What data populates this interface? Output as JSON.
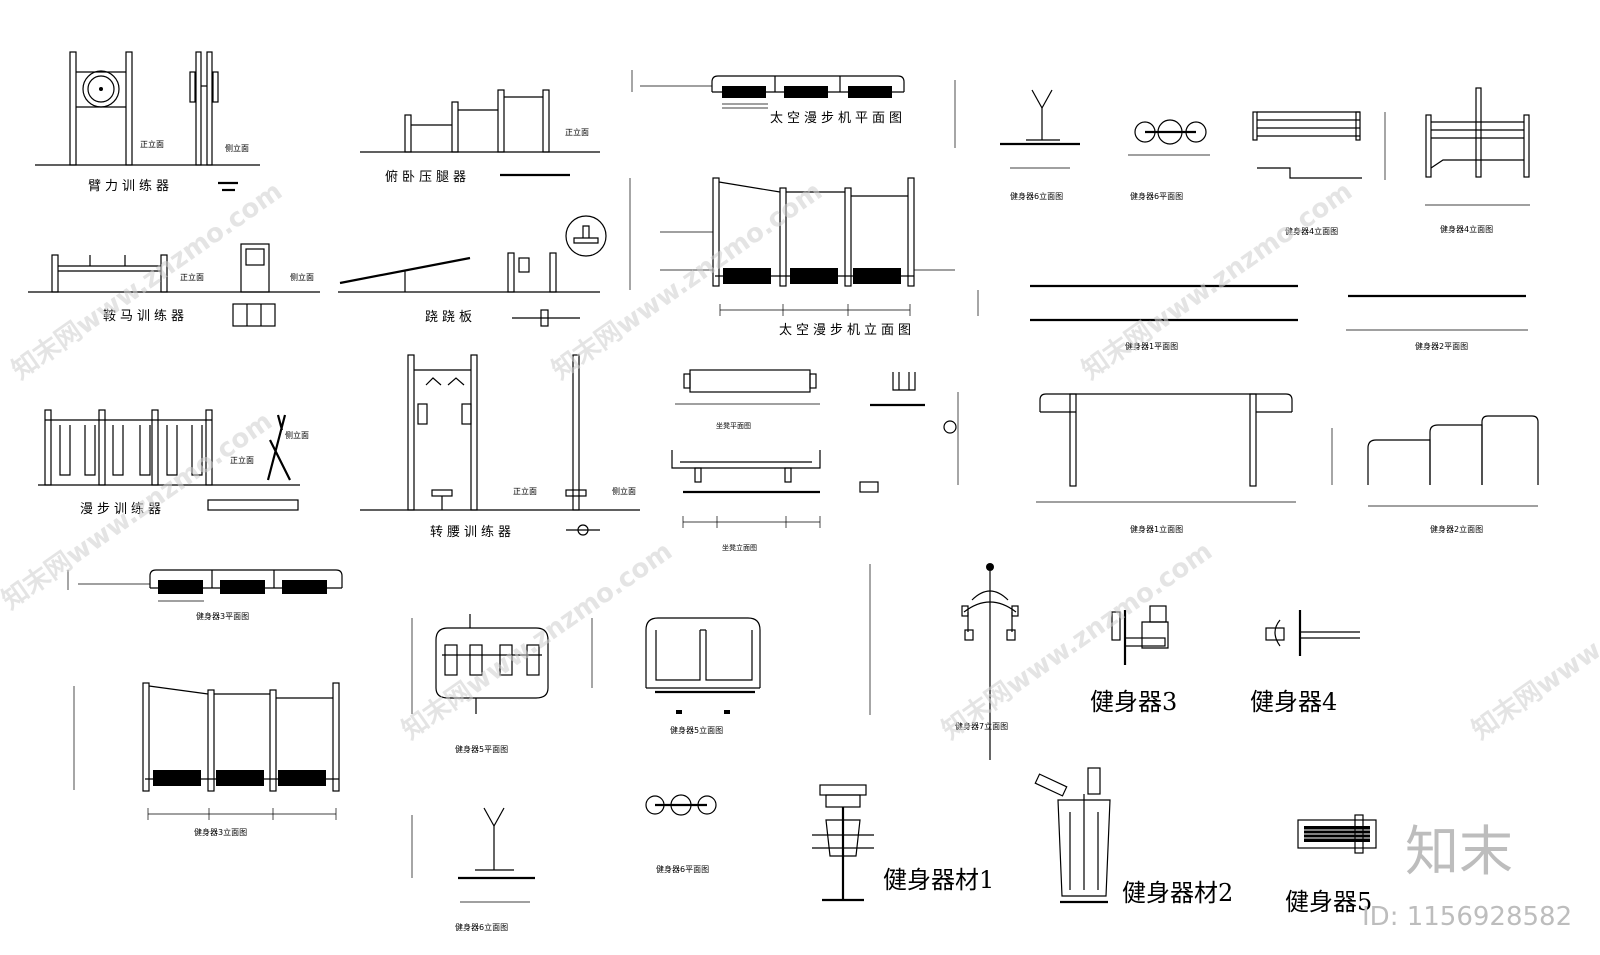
{
  "drawing": {
    "captions": {
      "arm_trainer": "臂力训练器",
      "leg_press": "俯卧压腿器",
      "saddle_trainer": "鞍马训练器",
      "seesaw": "跷跷板",
      "walk_trainer": "漫步训练器",
      "waist_trainer": "转腰训练器",
      "space_walker_plan": "太空漫步机平面图",
      "space_walker_elev": "太空漫步机立面图",
      "seat_plan": "坐凳平面图",
      "seat_elev": "坐凳立面图",
      "fitness6_elev": "健身器6立面图",
      "fitness6_plan": "健身器6平面图",
      "fitness4_elev_a": "健身器4立面图",
      "fitness4_elev_b": "健身器4立面图",
      "fitness1_plan": "健身器1平面图",
      "fitness2_plan": "健身器2平面图",
      "fitness1_elev": "健身器1立面图",
      "fitness2_elev": "健身器2立面图",
      "fitness3_plan": "健身器3平面图",
      "fitness3_elev": "健身器3立面图",
      "fitness5_plan": "健身器5平面图",
      "fitness5_elev": "健身器5立面图",
      "fitness6_elev_b": "健身器6立面图",
      "fitness6_plan_b": "健身器6平面图",
      "fitness7_elev": "健身器7立面图"
    },
    "labels": {
      "front_view": "正立面",
      "side_view": "侧立面"
    },
    "big_labels": {
      "equip3": "健身器3",
      "equip4": "健身器4",
      "material1": "健身器材1",
      "material2": "健身器材2",
      "equip5": "健身器5"
    }
  },
  "watermark": {
    "text": "知末网www.znzmo.com",
    "brand": "知末",
    "id_label": "ID: 1156928582"
  }
}
